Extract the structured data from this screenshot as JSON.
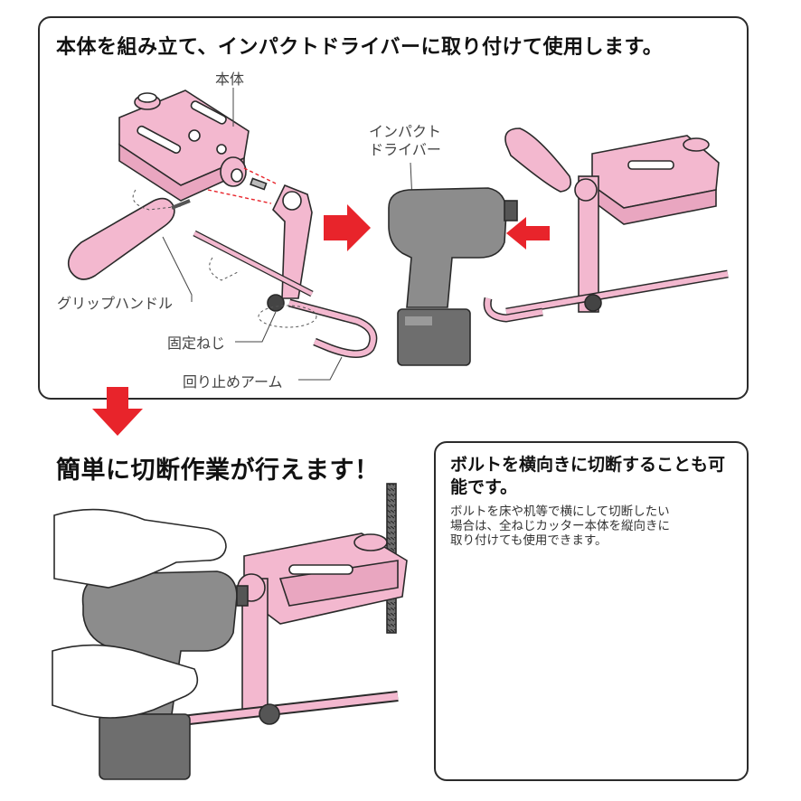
{
  "top_panel": {
    "heading": "本体を組み立て、インパクトドライバーに取り付けて使用します。",
    "labels": {
      "body": "本体",
      "grip_handle": "グリップハンドル",
      "fixing_screw": "固定ねじ",
      "anti_rotation_arm": "回り止めアーム",
      "impact_driver_line1": "インパクト",
      "impact_driver_line2": "ドライバー"
    }
  },
  "main_heading": "簡単に切断作業が行えます！",
  "side_panel": {
    "heading": "ボルトを横向きに切断することも可能です。",
    "body_lines": [
      "ボルトを床や机等で横にして切断したい",
      "場合は、全ねじカッター本体を縦向きに",
      "取り付けても使用できます。"
    ]
  },
  "colors": {
    "tool_pink": "#f3b8cf",
    "tool_outline": "#2a2a2a",
    "arrow_red": "#e8242b",
    "driver_gray": "#8c8c8c",
    "driver_dark": "#5a5a5a"
  }
}
